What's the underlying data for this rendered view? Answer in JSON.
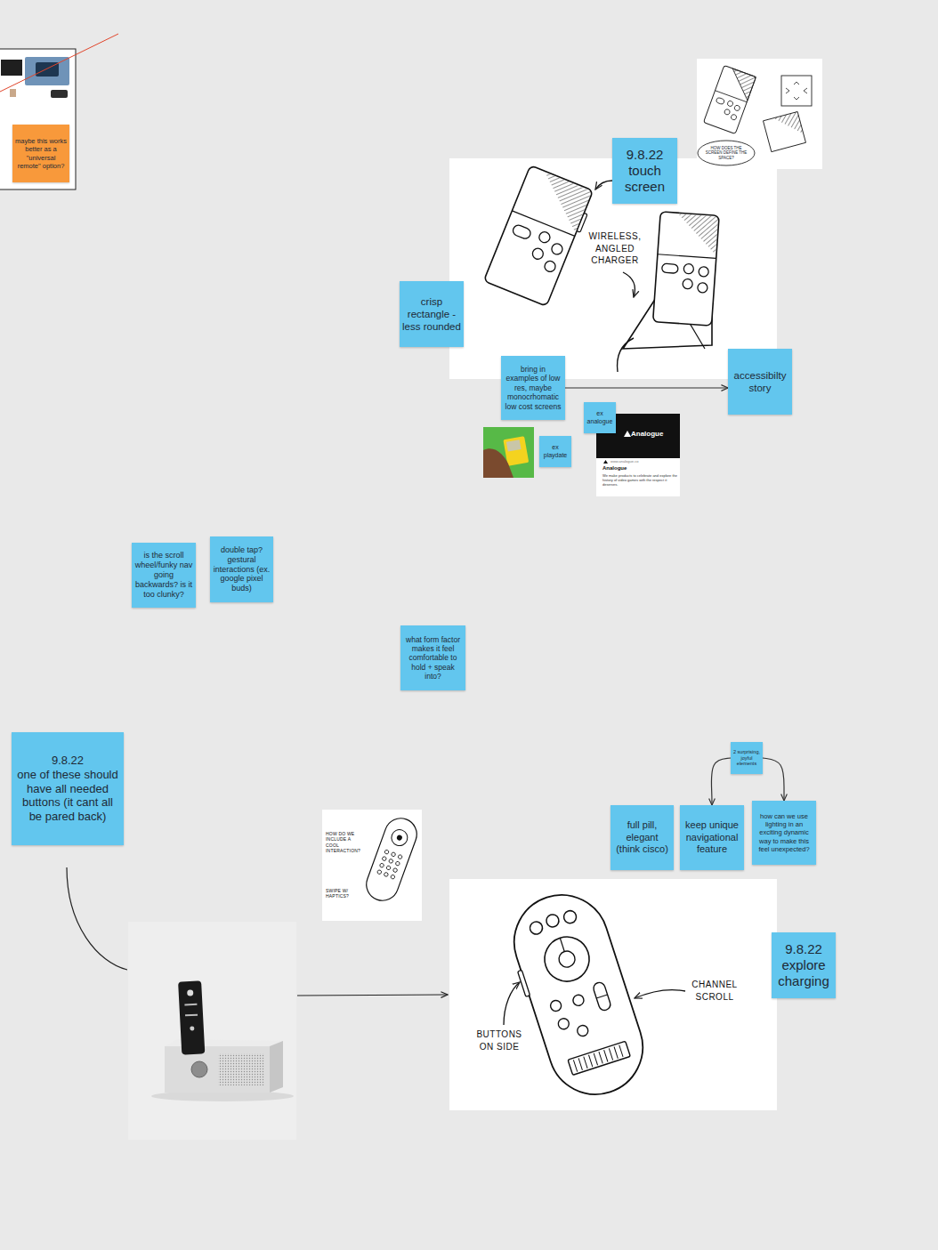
{
  "diagram": {
    "nodes": [
      {
        "text": [
          "maybe this works better as a \"universal remote\" option?"
        ]
      },
      {
        "text": [
          "HOW DOES THE SCREEN DEFINE THE SPACE?"
        ]
      },
      {
        "text": [
          "9.8.22",
          "touch screen"
        ]
      },
      {
        "text": [
          "crisp rectangle - less rounded"
        ]
      },
      {
        "text": [
          "bring in examples of low res, maybe monocrhomatic low cost screens"
        ]
      },
      {
        "text": [
          "accessibilty story"
        ]
      },
      {
        "text": [
          "ex analogue"
        ]
      },
      {
        "text": [
          "ex playdate"
        ]
      },
      {
        "text": [
          "is the scroll wheel/funky nav going backwards? is it too clunky?"
        ]
      },
      {
        "text": [
          "double tap? gestural interactions (ex. google pixel buds)"
        ]
      },
      {
        "text": [
          "what form factor makes it feel comfortable to hold + speak into?"
        ]
      },
      {
        "text": [
          "9.8.22",
          "one of these should have all needed buttons (it cant all be pared back)"
        ]
      },
      {
        "text": [
          "2 surprising, joyful elements"
        ]
      },
      {
        "text": [
          "full pill, elegant (think cisco)"
        ]
      },
      {
        "text": [
          "keep unique navigational feature"
        ]
      },
      {
        "text": [
          "how can we use lighting in an exciting dynamic way to make this feel unexpected?"
        ]
      },
      {
        "text": [
          "9.8.22",
          "explore charging"
        ]
      }
    ],
    "edges": [
      {
        "from": 4,
        "to": 5,
        "arrow": "to"
      },
      {
        "from": 12,
        "to": 14,
        "arrow": "to"
      },
      {
        "from": 12,
        "to": 15,
        "arrow": "to"
      }
    ],
    "labels": [
      "WIRELESS, ANGLED CHARGER",
      "Analogue",
      "www.analogue.co",
      "Analogue",
      "We make products to celebrate and explore the history of video games with the respect it deserves.",
      "HOW DO WE INCLUDE A COOL INTERACTION?",
      "SWIPE W/ HAPTICS?",
      "BUTTONS ON SIDE",
      "CHANNEL SCROLL"
    ]
  }
}
